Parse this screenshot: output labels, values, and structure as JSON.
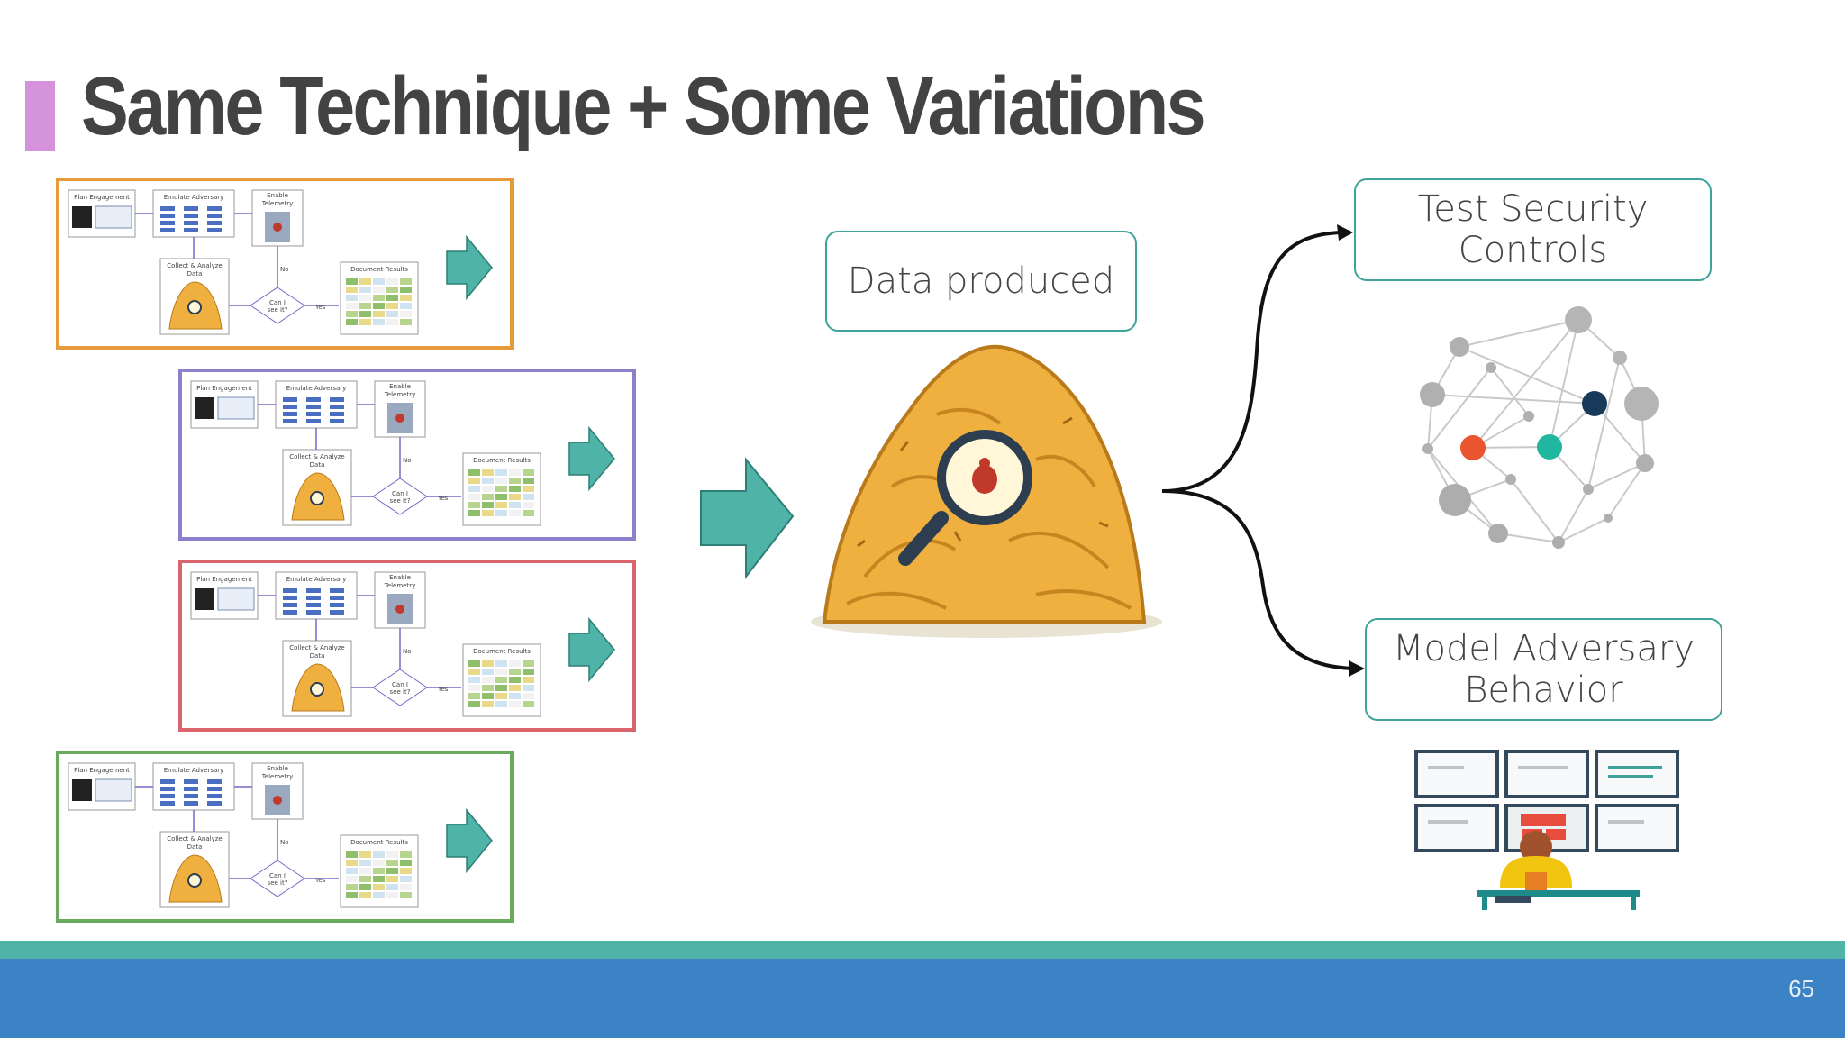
{
  "slide": {
    "title": "Same Technique + Some Variations",
    "page_number": "65"
  },
  "process_panel": {
    "plan_label": "Plan Engagement",
    "emulate_label": "Emulate Adversary",
    "telemetry_label": "Enable\nTelemetry",
    "collect_label": "Collect & Analyze\nData",
    "decision_label": "Can I\nsee it?",
    "no_label": "No",
    "yes_label": "Yes",
    "results_label": "Document Results"
  },
  "panels": [
    {
      "border_color": "#e69a3a"
    },
    {
      "border_color": "#8c7fcb"
    },
    {
      "border_color": "#d9646b"
    },
    {
      "border_color": "#6aaa5e"
    }
  ],
  "center": {
    "data_box": "Data produced"
  },
  "outputs": {
    "test_box": "Test Security\nControls",
    "model_box": "Model Adversary\nBehavior"
  },
  "colors": {
    "teal": "#4fb3a8",
    "accent_purple": "#d493db",
    "footer_blue": "#3b83c4"
  }
}
